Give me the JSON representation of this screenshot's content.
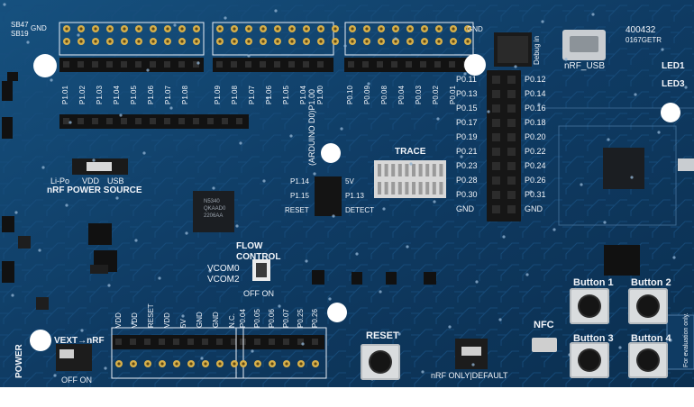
{
  "board": {
    "pcb_color": "#0f3b63",
    "part_ids": [
      "400432",
      "0167GETR"
    ],
    "top_labels": {
      "gnd_left": "GND",
      "gnd_right": "GND",
      "sb47": "SB47",
      "sb19": "SB19",
      "debug_in": "Debug in",
      "nrf_usb": "nRF_USB"
    },
    "leds": {
      "led1": "LED1",
      "led3": "LED3"
    },
    "port_top_left": [
      "P1.01",
      "P1.02",
      "P1.03",
      "P1.04",
      "P1.05",
      "P1.06",
      "P1.07",
      "P1.08"
    ],
    "port_top_mid": [
      "P1.09",
      "P1.08",
      "P1.07",
      "P1.06",
      "P1.05",
      "P1.04",
      "P1.00"
    ],
    "port_top_right": [
      "P0.10",
      "P0.09",
      "P0.08",
      "P0.04",
      "P0.03",
      "P0.02",
      "P0.01"
    ],
    "p24_left": [
      "P0.11",
      "P0.13",
      "P0.15",
      "P0.17",
      "P0.19",
      "P0.21",
      "P0.23",
      "P0.28",
      "P0.30",
      "GND"
    ],
    "p24_right": [
      "P0.12",
      "P0.14",
      "P0.16",
      "P0.18",
      "P0.20",
      "P0.22",
      "P0.24",
      "P0.26",
      "P0.31",
      "GND"
    ],
    "trace": "TRACE",
    "arduino": "(ARDUINO D0)P1.00",
    "spi_left": [
      "P1.14",
      "P1.15",
      "RESET"
    ],
    "spi_right": [
      "5V",
      "P1.13",
      "DETECT"
    ],
    "power_source": "nRF POWER SOURCE",
    "power_opts": [
      "Li-Po",
      "VDD",
      "USB"
    ],
    "flow_control": "FLOW\nCONTROL",
    "vcom": [
      "VCOM0",
      "VCOM2"
    ],
    "off_on": "OFF  ON",
    "chip_text": [
      "N5340",
      "QKAAD0",
      "2206AA"
    ],
    "bottom_left": [
      "VDD",
      "VDD",
      "RESET",
      "VDD",
      "5V",
      "GND",
      "GND",
      "N.C."
    ],
    "bottom_right": [
      "P0.04",
      "P0.05",
      "P0.06",
      "P0.07",
      "P0.25",
      "P0.26"
    ],
    "reset": "RESET",
    "nfc": "NFC",
    "nrf_only_default": "nRF ONLY|DEFAULT",
    "vext": "VEXT→nRF",
    "power": "POWER",
    "off_on_bottom": "OFF   ON",
    "buttons": [
      "Button 1",
      "Button 2",
      "Button 3",
      "Button 4"
    ],
    "eval": "For evaluation only."
  }
}
